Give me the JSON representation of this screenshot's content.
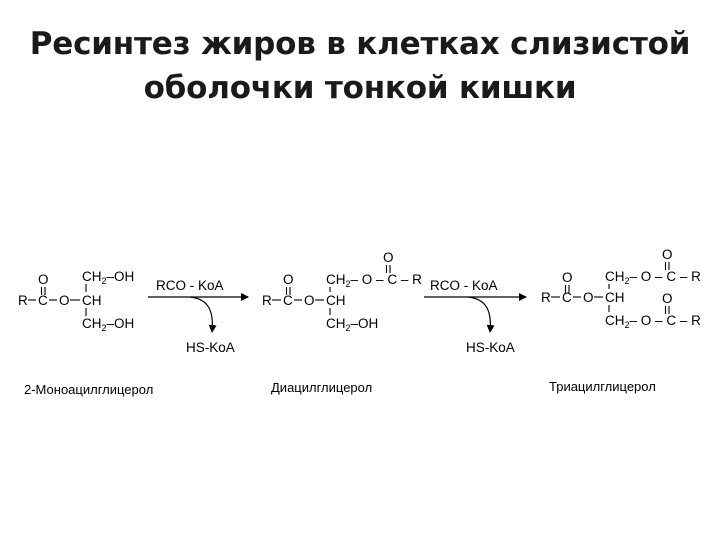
{
  "title": {
    "line1": "Ресинтез жиров в клетках слизистой",
    "line2": "оболочки тонкой кишки"
  },
  "diagram": {
    "mono": {
      "caption": "2-Моноацилглицерол",
      "r": "R",
      "c": "C",
      "o": "O",
      "ch": "CH",
      "oh_top": "OH",
      "oh_bottom": "OH",
      "ch2_top": "CH",
      "ch2_bottom": "CH",
      "sub2": "2",
      "carbonyl_o": "O"
    },
    "arrow1": {
      "reagent": "RCO - KoA",
      "product": "HS-KoA"
    },
    "di": {
      "caption": "Диацилглицерол",
      "r": "R",
      "c": "C",
      "o": "O",
      "ch": "CH",
      "ch2_top": "CH",
      "ch2_bottom": "CH",
      "sub2": "2",
      "ester_o": "O",
      "ester_c": "C",
      "ester_r": "R",
      "oh": "OH",
      "carbonyl_o": "O"
    },
    "arrow2": {
      "reagent": "RCO - KoA",
      "product": "HS-KoA"
    },
    "tri": {
      "caption": "Триацилглицерол",
      "r": "R",
      "c": "C",
      "o": "O",
      "ch": "CH",
      "ch2_top": "CH",
      "ch2_bottom": "CH",
      "sub2": "2",
      "ester_o": "O",
      "ester_c": "C",
      "ester_r": "R",
      "carbonyl_o": "O"
    }
  },
  "colors": {
    "text": "#000000",
    "title": "#1a1a1a",
    "background": "#ffffff"
  }
}
